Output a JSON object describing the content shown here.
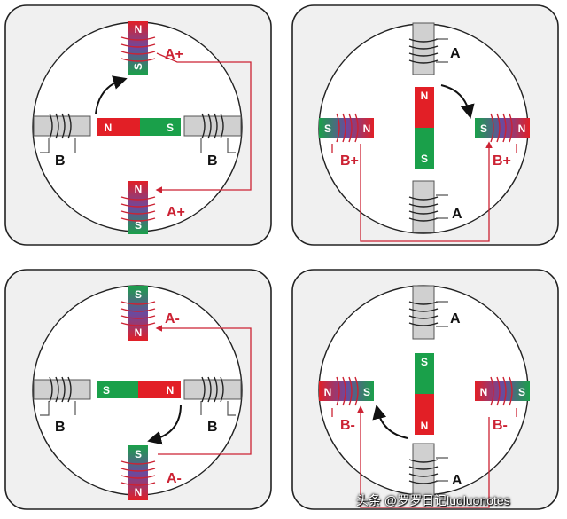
{
  "colors": {
    "north": "#e21f26",
    "south": "#1aa04a",
    "wire": "#cc2233",
    "arrow": "#111111",
    "core": "#d0d0d0"
  },
  "panels": [
    {
      "labels": {
        "phase_a_top": "A+",
        "phase_a_bottom": "A+",
        "phase_b_left": "B",
        "phase_b_right": "B"
      },
      "rotor": {
        "left": "N",
        "right": "S"
      },
      "stator_top": {
        "top": "N",
        "bottom": "S"
      },
      "stator_bottom": {
        "top": "N",
        "bottom": "S"
      },
      "rotation": "clockwise"
    },
    {
      "labels": {
        "phase_a_top": "A",
        "phase_a_bottom": "A",
        "phase_b_left": "B+",
        "phase_b_right": "B+"
      },
      "rotor": {
        "top": "N",
        "bottom": "S"
      },
      "stator_left": {
        "left": "S",
        "right": "N"
      },
      "stator_right": {
        "left": "S",
        "right": "N"
      },
      "rotation": "clockwise"
    },
    {
      "labels": {
        "phase_a_top": "A-",
        "phase_a_bottom": "A-",
        "phase_b_left": "B",
        "phase_b_right": "B"
      },
      "rotor": {
        "left": "S",
        "right": "N"
      },
      "stator_top": {
        "top": "S",
        "bottom": "N"
      },
      "stator_bottom": {
        "top": "S",
        "bottom": "N"
      },
      "rotation": "clockwise"
    },
    {
      "labels": {
        "phase_a_top": "A",
        "phase_a_bottom": "A",
        "phase_b_left": "B-",
        "phase_b_right": "B-"
      },
      "rotor": {
        "top": "S",
        "bottom": "N"
      },
      "stator_left": {
        "left": "N",
        "right": "S"
      },
      "stator_right": {
        "left": "N",
        "right": "S"
      },
      "rotation": "clockwise"
    }
  ],
  "watermark": "头条 @罗罗日记luoluonotes"
}
